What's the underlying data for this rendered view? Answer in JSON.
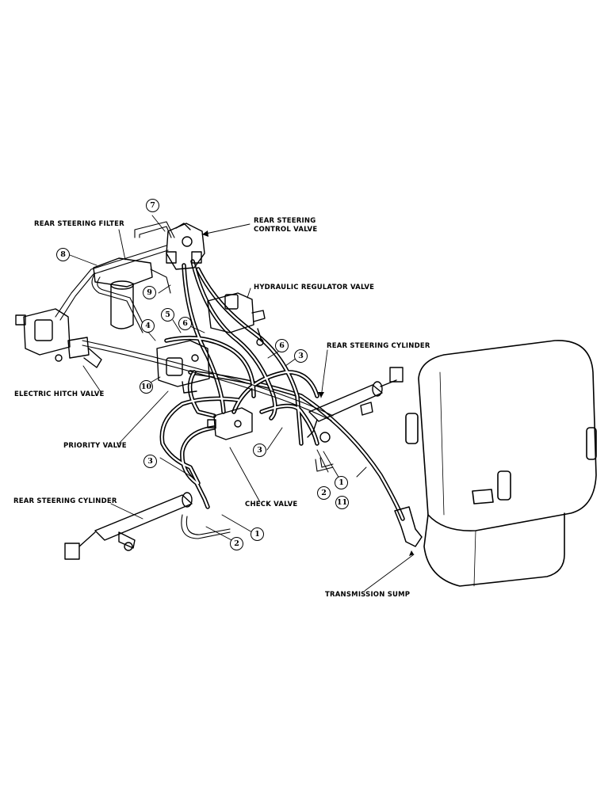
{
  "labels": {
    "rear_steering_filter": "REAR STEERING FILTER",
    "rear_steering_control_valve_l1": "REAR STEERING",
    "rear_steering_control_valve_l2": "CONTROL VALVE",
    "hydraulic_regulator_valve": "HYDRAULIC REGULATOR VALVE",
    "rear_steering_cylinder_right": "REAR STEERING CYLINDER",
    "electric_hitch_valve": "ELECTRIC HITCH VALVE",
    "priority_valve": "PRIORITY VALVE",
    "rear_steering_cylinder_left": "REAR STEERING CYLINDER",
    "check_valve": "CHECK VALVE",
    "transmission_sump": "TRANSMISSION SUMP"
  },
  "callouts": {
    "c7": "7",
    "c8": "8",
    "c9": "9",
    "c4": "4",
    "c5": "5",
    "c6a": "6",
    "c6b": "6",
    "c3a": "3",
    "c10": "10",
    "c3b": "3",
    "c3c": "3",
    "c2a": "2",
    "c1a": "1",
    "c11": "11",
    "c1b": "1",
    "c2b": "2"
  },
  "colors": {
    "ink": "#000000",
    "paper": "#ffffff"
  }
}
